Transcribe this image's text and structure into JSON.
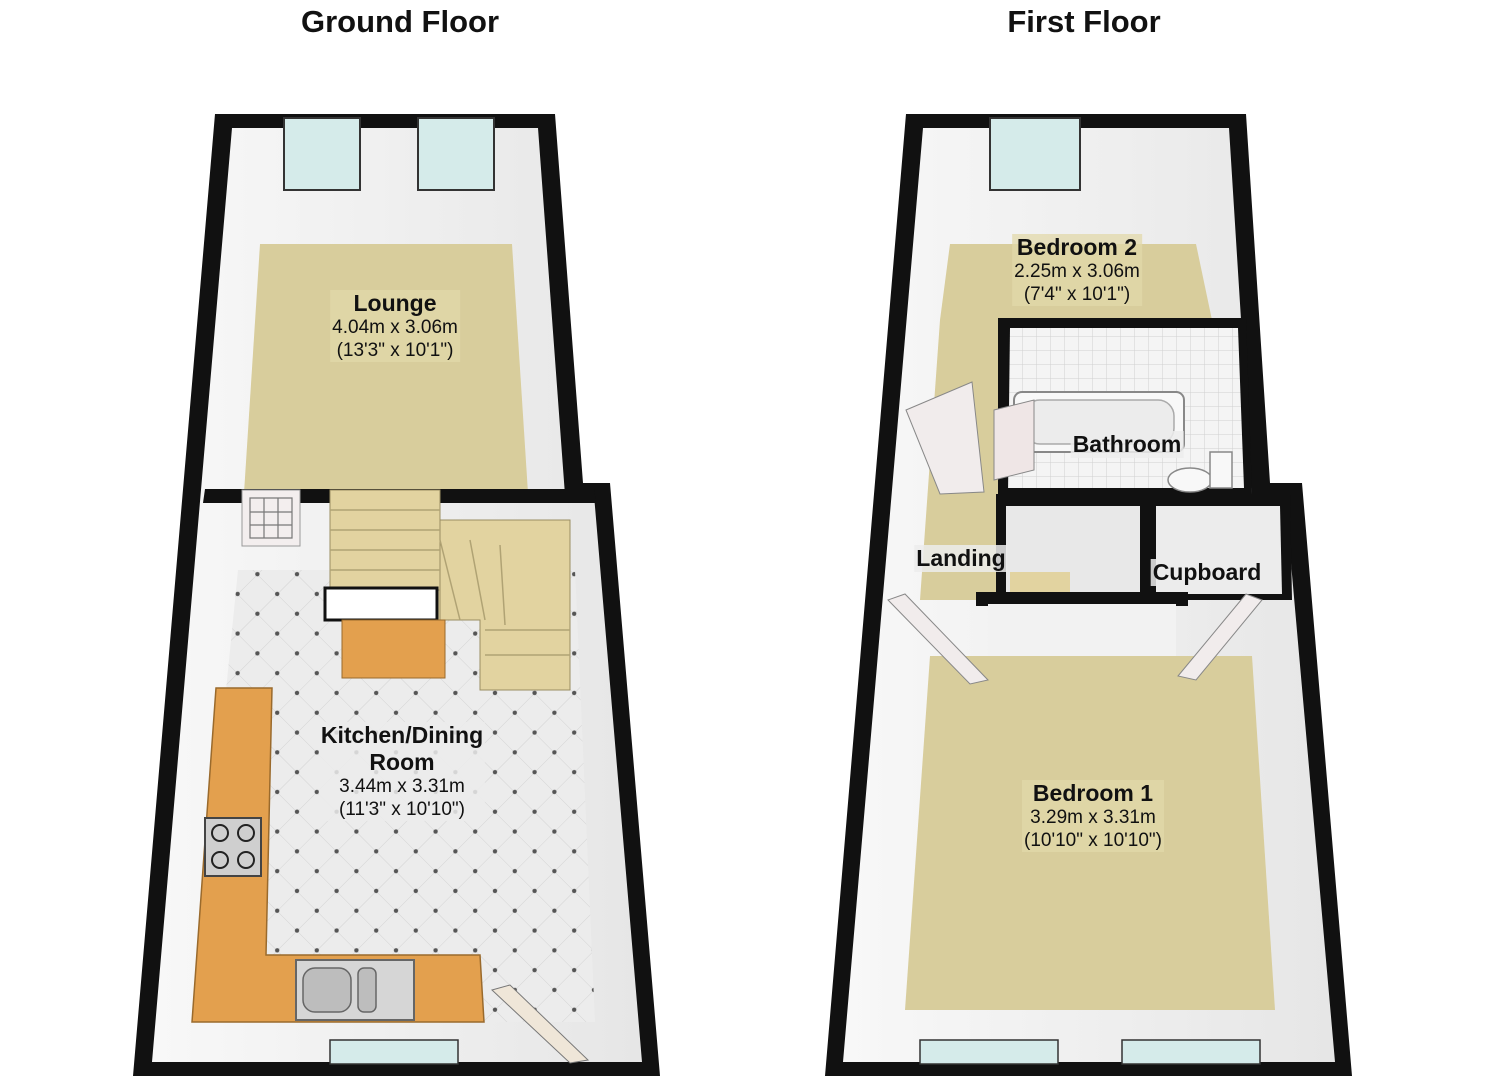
{
  "floors": {
    "ground": {
      "title": "Ground Floor",
      "rooms": {
        "lounge": {
          "name": "Lounge",
          "metric": "4.04m x 3.06m",
          "imperial": "(13'3\" x 10'1\")"
        },
        "kitchen": {
          "name_line1": "Kitchen/Dining",
          "name_line2": "Room",
          "metric": "3.44m x 3.31m",
          "imperial": "(11'3\" x 10'10\")"
        }
      }
    },
    "first": {
      "title": "First Floor",
      "rooms": {
        "bedroom2": {
          "name": "Bedroom 2",
          "metric": "2.25m x 3.06m",
          "imperial": "(7'4\" x 10'1\")"
        },
        "bathroom": {
          "name": "Bathroom"
        },
        "landing": {
          "name": "Landing"
        },
        "cupboard": {
          "name": "Cupboard"
        },
        "bedroom1": {
          "name": "Bedroom 1",
          "metric": "3.29m x 3.31m",
          "imperial": "(10'10\" x 10'10\")"
        }
      }
    }
  },
  "colors": {
    "wall": "#111111",
    "carpet": "#d9cea0",
    "tile": "#e9e9e9",
    "worktop": "#e3a04e",
    "stair": "#e2d3a0",
    "window": "#d7ecec"
  }
}
